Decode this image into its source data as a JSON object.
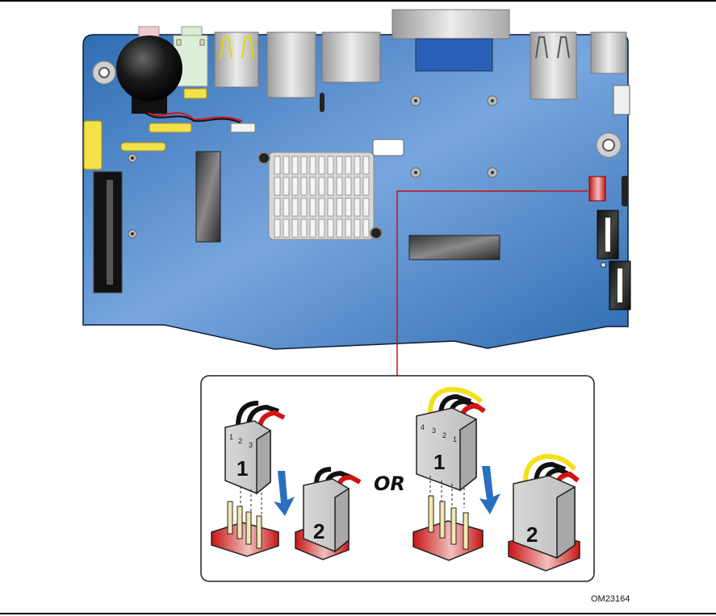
{
  "figure": {
    "title": "Fan header connection diagram",
    "figure_id": "OM23164",
    "or_label": "OR",
    "callout_target": "fan-header",
    "colors": {
      "board": "#3d7ec4",
      "board_light": "#7aa8df",
      "callout_line": "#cc1111",
      "header_red": "#d41a1a",
      "wire_black": "#111111",
      "wire_red": "#d41414",
      "wire_yellow": "#f2e01a",
      "arrow_blue": "#2a6fbf",
      "connector_gray": "#c8c8c8"
    },
    "options": [
      {
        "name": "3-pin fan connector",
        "pin_labels": [
          "1",
          "2",
          "3"
        ],
        "wires": [
          "black",
          "black",
          "red"
        ],
        "step_labels": [
          "1",
          "2"
        ]
      },
      {
        "name": "4-pin fan connector",
        "pin_labels": [
          "4",
          "3",
          "2",
          "1"
        ],
        "wires": [
          "yellow",
          "black",
          "black",
          "red"
        ],
        "step_labels": [
          "1",
          "2"
        ]
      }
    ]
  }
}
